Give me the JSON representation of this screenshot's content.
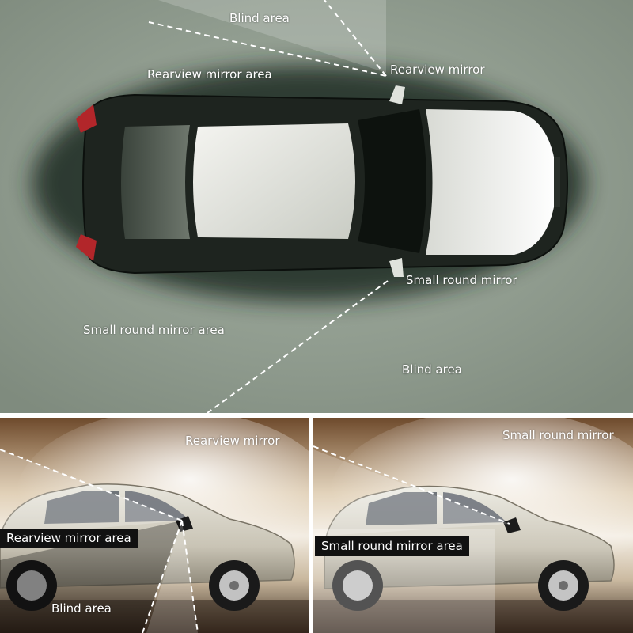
{
  "top_view": {
    "labels": {
      "blind_area_top": "Blind area",
      "rearview_mirror": "Rearview mirror",
      "rearview_mirror_area": "Rearview mirror area",
      "small_round_mirror": "Small round mirror",
      "small_round_mirror_area": "Small round mirror area",
      "blind_area_bottom": "Blind area"
    }
  },
  "side_view_left": {
    "labels": {
      "rearview_mirror": "Rearview mirror",
      "rearview_mirror_area": "Rearview mirror area",
      "blind_area": "Blind area"
    }
  },
  "side_view_right": {
    "labels": {
      "small_round_mirror": "Small round mirror",
      "small_round_mirror_area": "Small round mirror area"
    }
  },
  "colors": {
    "top_background": "#8d9a8c",
    "car_body": "#1e241f",
    "label_text": "#ffffff",
    "label_box": "#111111",
    "divider": "#ffffff"
  }
}
